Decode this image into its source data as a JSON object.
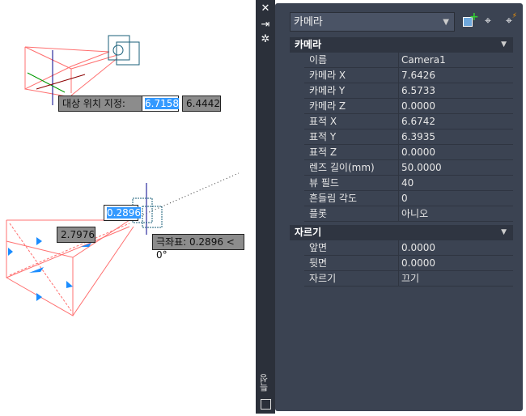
{
  "viewport": {
    "top_prompt": {
      "label": "대상 위치 지정:",
      "input_value": "6.7158",
      "second_value": "6.4442"
    },
    "bottom": {
      "input_value": "0.2896",
      "distance": "2.7976",
      "polar": "극좌표: 0.2896 < 0°"
    }
  },
  "strip": {
    "close_icon": "✕",
    "pin_icon": "⇥",
    "settings_icon": "✲",
    "vertical_title": "특성"
  },
  "panel": {
    "dropdown_value": "카메라",
    "sections": [
      {
        "title": "카메라",
        "rows": [
          {
            "label": "이름",
            "value": "Camera1"
          },
          {
            "label": "카메라 X",
            "value": "7.6426"
          },
          {
            "label": "카메라 Y",
            "value": "6.5733"
          },
          {
            "label": "카메라 Z",
            "value": "0.0000"
          },
          {
            "label": "표적 X",
            "value": "6.6742"
          },
          {
            "label": "표적 Y",
            "value": "6.3935"
          },
          {
            "label": "표적 Z",
            "value": "0.0000"
          },
          {
            "label": "렌즈 길이(mm)",
            "value": "50.0000"
          },
          {
            "label": "뷰 필드",
            "value": "40"
          },
          {
            "label": "흔들림 각도",
            "value": "0"
          },
          {
            "label": "플롯",
            "value": "아니오"
          }
        ]
      },
      {
        "title": "자르기",
        "rows": [
          {
            "label": "앞면",
            "value": "0.0000"
          },
          {
            "label": "뒷면",
            "value": "0.0000"
          },
          {
            "label": "자르기",
            "value": "끄기"
          }
        ]
      }
    ]
  }
}
